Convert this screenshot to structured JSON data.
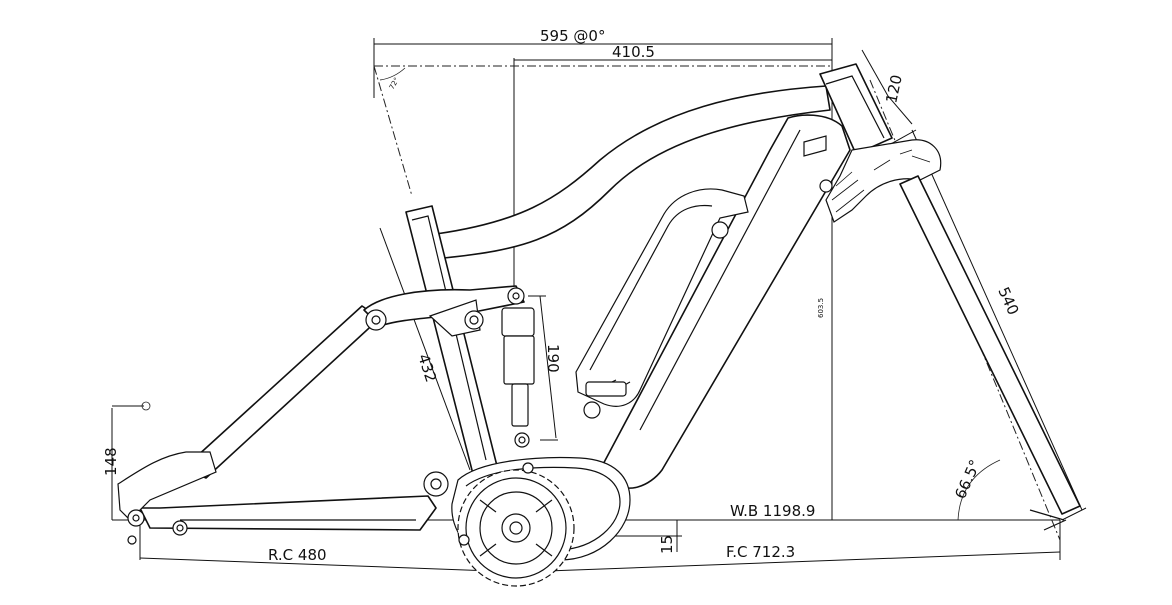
{
  "dimensions": {
    "top_length": "595 @0°",
    "reach": "410.5",
    "head_tube": "120",
    "fork_length": "540",
    "head_angle": "66.5°",
    "seat_angle": "72°",
    "seat_tube": "432",
    "shock_length": "190",
    "stack": "603.5",
    "chainstay_offset": "148",
    "wheelbase": "W.B 1198.9",
    "bb_drop": "15",
    "rear_center": "R.C 480",
    "front_center": "F.C 712.3"
  }
}
